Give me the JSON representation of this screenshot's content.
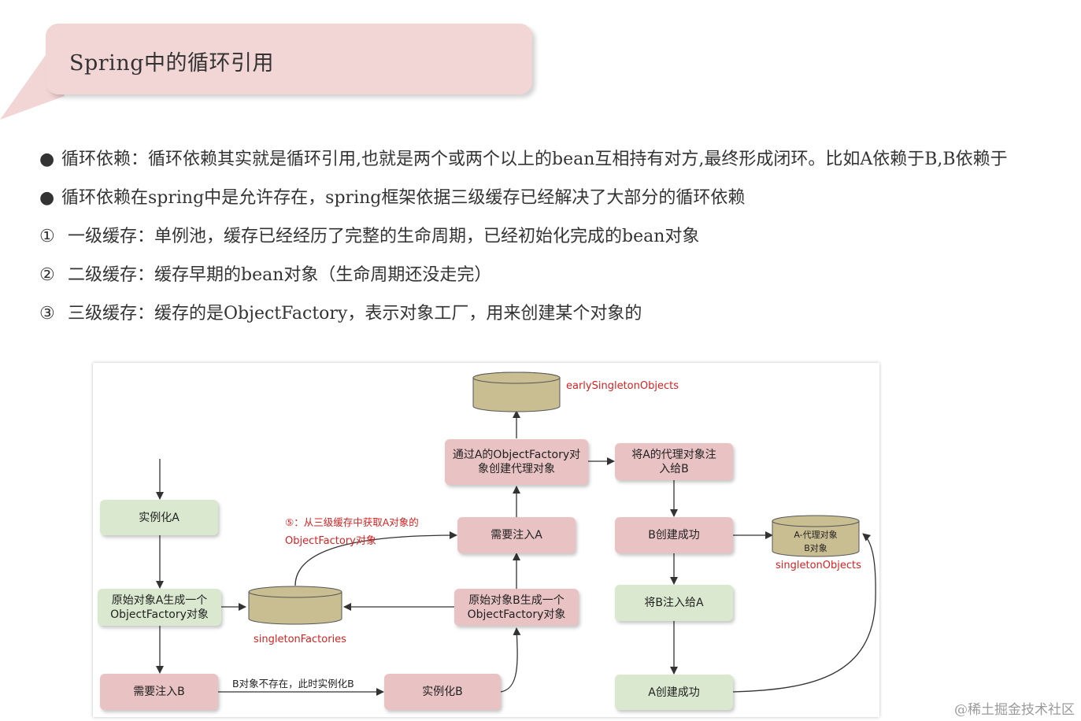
{
  "title": "Spring中的循环引用",
  "bullets": [
    "循环依赖：循环依赖其实就是循环引用,也就是两个或两个以上的bean互相持有对方,最终形成闭环。比如A依赖于B,B依赖于",
    "循环依赖在spring中是允许存在，spring框架依据三级缓存已经解决了大部分的循环依赖"
  ],
  "caches": [
    {
      "marker": "①",
      "text": "一级缓存：单例池，缓存已经经历了完整的生命周期，已经初始化完成的bean对象"
    },
    {
      "marker": "②",
      "text": "二级缓存：缓存早期的bean对象（生命周期还没走完）"
    },
    {
      "marker": "③",
      "text": "三级缓存：缓存的是ObjectFactory，表示对象工厂，用来创建某个对象的"
    }
  ],
  "diagram": {
    "nodes": {
      "instantiate_a": "实例化A",
      "orig_a_line1": "原始对象A生成一个",
      "orig_a_line2": "ObjectFactory对象",
      "need_b": "需要注入B",
      "instantiate_b": "实例化B",
      "orig_b_line1": "原始对象B生成一个",
      "orig_b_line2": "ObjectFactory对象",
      "need_a": "需要注入A",
      "create_proxy_line1": "通过A的ObjectFactory对",
      "create_proxy_line2": "象创建代理对象",
      "inject_proxy_line1": "将A的代理对象注",
      "inject_proxy_line2": "入给B",
      "b_created": "B创建成功",
      "inject_b": "将B注入给A",
      "a_created": "A创建成功"
    },
    "databases": {
      "early": "earlySingletonObjects",
      "factories": "singletonFactories",
      "singletons": "singletonObjects",
      "singletons_item1": "A-代理对象",
      "singletons_item2": "B对象"
    },
    "edge_labels": {
      "step5_line1": "⑤：从三级缓存中获取A对象的",
      "step5_line2": "ObjectFactory对象",
      "b_not_exist": "B对象不存在，此时实例化B"
    }
  },
  "watermark": "@稀土掘金技术社区",
  "colors": {
    "callout": "#f1d6d5",
    "green_node": "#d9e8cf",
    "pink_node": "#e9c2c3",
    "database": "#c9bd92",
    "red_label": "#d42222"
  }
}
